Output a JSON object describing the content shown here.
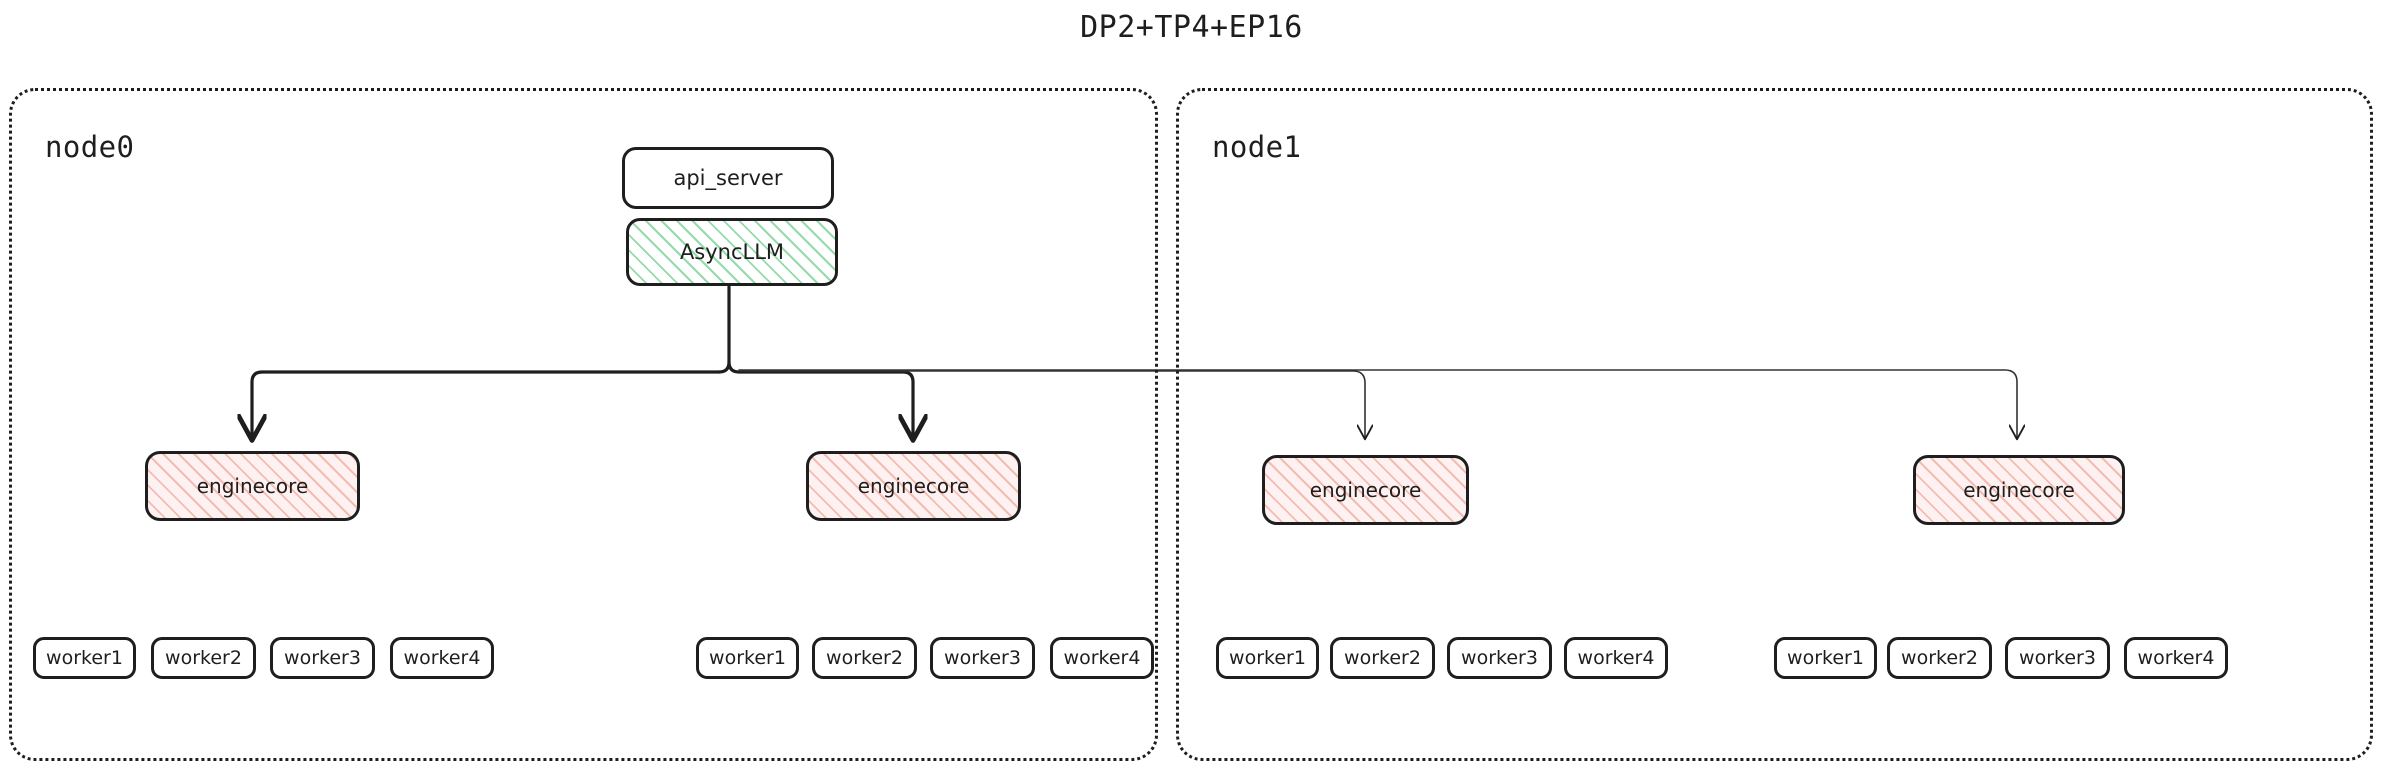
{
  "title": "DP2+TP4+EP16",
  "colors": {
    "stroke": "#1e1e1e",
    "background": "#ffffff",
    "async_hatch": "#3dbe67",
    "engine_hatch": "#e87868",
    "engine_fill": "#fdf2f1"
  },
  "nodes": [
    {
      "id": "node0",
      "label": "node0"
    },
    {
      "id": "node1",
      "label": "node1"
    }
  ],
  "components": {
    "api_server": {
      "label": "api_server"
    },
    "async_llm": {
      "label": "AsyncLLM"
    }
  },
  "enginecores": [
    {
      "id": "ec0",
      "label": "enginecore",
      "node": "node0"
    },
    {
      "id": "ec1",
      "label": "enginecore",
      "node": "node0"
    },
    {
      "id": "ec2",
      "label": "enginecore",
      "node": "node1"
    },
    {
      "id": "ec3",
      "label": "enginecore",
      "node": "node1"
    }
  ],
  "worker_groups": [
    {
      "id": "wg0",
      "node": "node0",
      "engine": "ec0",
      "workers": [
        "worker1",
        "worker2",
        "worker3",
        "worker4"
      ]
    },
    {
      "id": "wg1",
      "node": "node0",
      "engine": "ec1",
      "workers": [
        "worker1",
        "worker2",
        "worker3",
        "worker4"
      ]
    },
    {
      "id": "wg2",
      "node": "node1",
      "engine": "ec2",
      "workers": [
        "worker1",
        "worker2",
        "worker3",
        "worker4"
      ]
    },
    {
      "id": "wg3",
      "node": "node1",
      "engine": "ec3",
      "workers": [
        "worker1",
        "worker2",
        "worker3",
        "worker4"
      ]
    }
  ],
  "edges": [
    {
      "from": "async_llm",
      "to": "ec0",
      "style": "bold"
    },
    {
      "from": "async_llm",
      "to": "ec1",
      "style": "bold"
    },
    {
      "from": "async_llm",
      "to": "ec2",
      "style": "thin"
    },
    {
      "from": "async_llm",
      "to": "ec3",
      "style": "thin"
    }
  ]
}
